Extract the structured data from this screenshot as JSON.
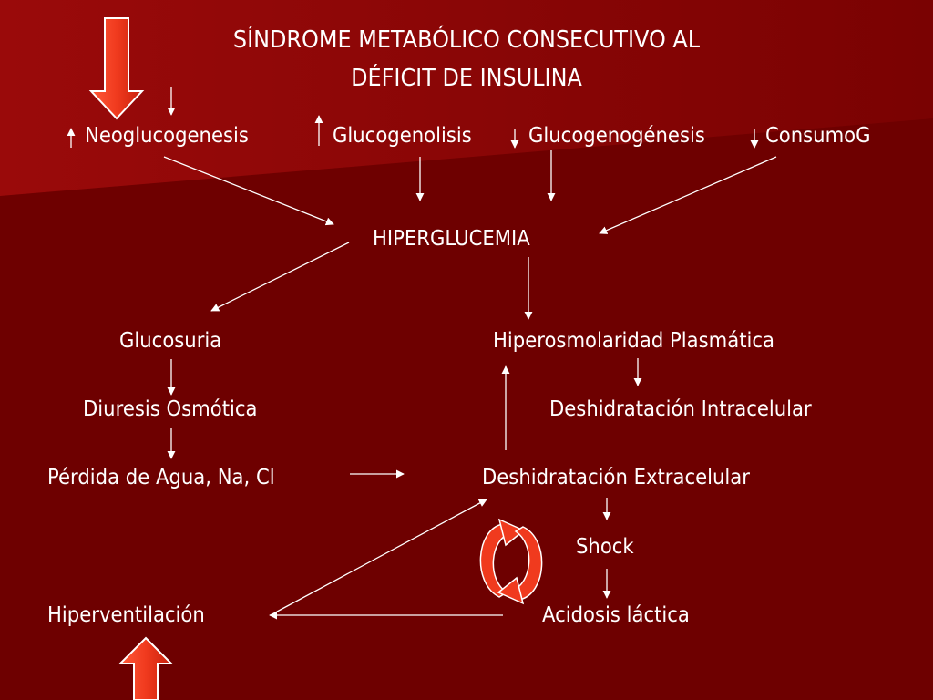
{
  "title": {
    "line1": "SÍNDROME METABÓLICO CONSECUTIVO AL",
    "line2": "DÉFICIT DE INSULINA"
  },
  "nodes": {
    "neoglucogenesis": "Neoglucogenesis",
    "glucogenolisis": "Glucogenolisis",
    "glucogenogenesis": "Glucogenogénesis",
    "consumo_g": "ConsumoG",
    "hiperglucemia": "HIPERGLUCEMIA",
    "glucosuria": "Glucosuria",
    "hiperosmolaridad": "Hiperosmolaridad Plasmática",
    "diuresis": "Diuresis Osmótica",
    "deshidratacion_intracelular": "Deshidratación Intracelular",
    "perdida": "Pérdida de Agua, Na, Cl",
    "deshidratacion_extracelular": "Deshidratación Extracelular",
    "shock": "Shock",
    "hiperventilacion": "Hiperventilación",
    "acidosis": "Acidosis láctica"
  },
  "indicators": {
    "neoglucogenesis": "increase",
    "glucogenolisis": "increase",
    "glucogenogenesis": "decrease",
    "consumo_g": "decrease",
    "insulina": "decrease"
  },
  "colors": {
    "background": "#6e0000",
    "accent_arrow": "#f03a1e",
    "text": "#ffffff"
  }
}
